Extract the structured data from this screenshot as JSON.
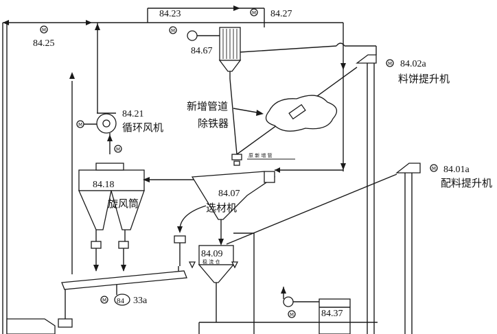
{
  "labels": {
    "p8423": "84.23",
    "p8427": "84.27",
    "p8425": "84.25",
    "p8467": "84.67",
    "p8402a": "84.02a",
    "liaobing": "料饼提升机",
    "xinzeng": "新增管道",
    "chutie": "除铁器",
    "p8421": "84.21",
    "xunhuan": "循环风机",
    "p8401a": "84.01a",
    "peiliao": "配料提升机",
    "p8418": "84.18",
    "xuanfeng": "旋风筒",
    "p8407": "84.07",
    "xuancai": "选材机",
    "p8409": "84.09",
    "p8409sub": "稳 流 仓",
    "p84": "84",
    "p33a": "33a",
    "p8437": "84.37",
    "smalltag": "原 新 增 管"
  },
  "motor_letter": "M"
}
